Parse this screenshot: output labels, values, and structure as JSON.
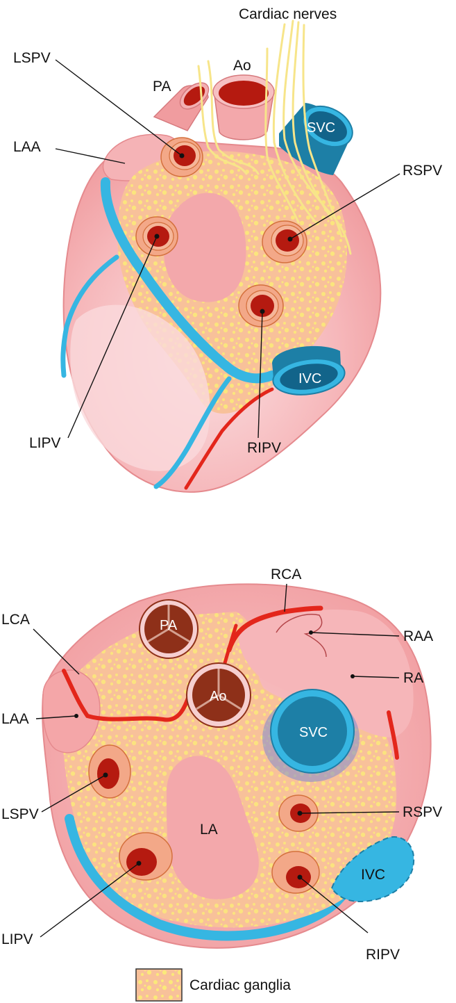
{
  "figure": {
    "top_view": {
      "labels": {
        "cardiac_nerves": "Cardiac nerves",
        "ao": "Ao",
        "pa": "PA",
        "lspv": "LSPV",
        "laa": "LAA",
        "svc": "SVC",
        "rspv": "RSPV",
        "ivc": "IVC",
        "lipv": "LIPV",
        "ripv": "RIPV"
      }
    },
    "bottom_view": {
      "labels": {
        "rca": "RCA",
        "lca": "LCA",
        "pa": "PA",
        "raa": "RAA",
        "ra": "RA",
        "ao": "Ao",
        "laa": "LAA",
        "svc": "SVC",
        "lspv": "LSPV",
        "la": "LA",
        "rspv": "RSPV",
        "ivc": "IVC",
        "lipv": "LIPV",
        "ripv": "RIPV"
      }
    },
    "legend": {
      "label": "Cardiac ganglia"
    },
    "colors": {
      "heart_tissue": "#f4a6a8",
      "ganglia_plexus": "#f8c19a",
      "ganglia_dots": "#fbe97a",
      "vein_blue": "#36b6e2",
      "vena_cava": "#1d7fa6",
      "artery_red": "#e3261b",
      "vessel_lumen": "#b51a10",
      "valve": "#8e3019",
      "nerves": "#f7e58a"
    }
  }
}
